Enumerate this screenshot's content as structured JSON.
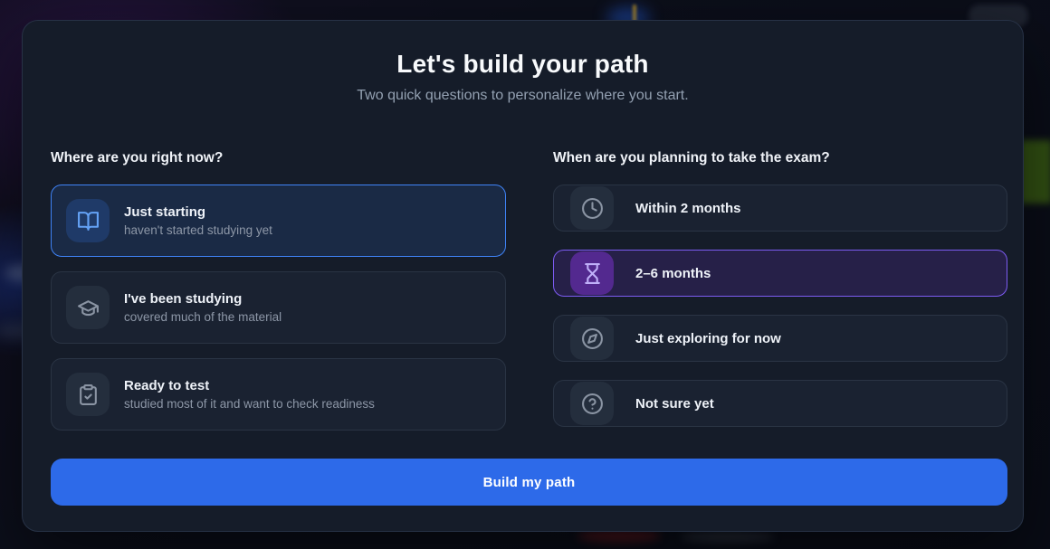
{
  "modal": {
    "title": "Let's build your path",
    "subtitle": "Two quick questions to personalize where you start.",
    "questions": [
      {
        "label": "Where are you right now?",
        "options": [
          {
            "icon": "book-open-icon",
            "title": "Just starting",
            "description": "haven't started studying yet",
            "selected": true,
            "accent": "blue"
          },
          {
            "icon": "graduation-cap-icon",
            "title": "I've been studying",
            "description": "covered much of the material",
            "selected": false
          },
          {
            "icon": "clipboard-check-icon",
            "title": "Ready to test",
            "description": "studied most of it and want to check readiness",
            "selected": false
          }
        ]
      },
      {
        "label": "When are you planning to take the exam?",
        "options": [
          {
            "icon": "clock-icon",
            "title": "Within 2 months",
            "selected": false
          },
          {
            "icon": "hourglass-icon",
            "title": "2–6 months",
            "selected": true,
            "accent": "purple"
          },
          {
            "icon": "compass-icon",
            "title": "Just exploring for now",
            "selected": false
          },
          {
            "icon": "help-circle-icon",
            "title": "Not sure yet",
            "selected": false
          }
        ]
      }
    ],
    "submit_label": "Build my path"
  },
  "colors": {
    "accent_blue": "#3f83f7",
    "accent_purple": "#7c5bf2",
    "primary_button": "#2d6ae9",
    "modal_background": "#151c29"
  }
}
